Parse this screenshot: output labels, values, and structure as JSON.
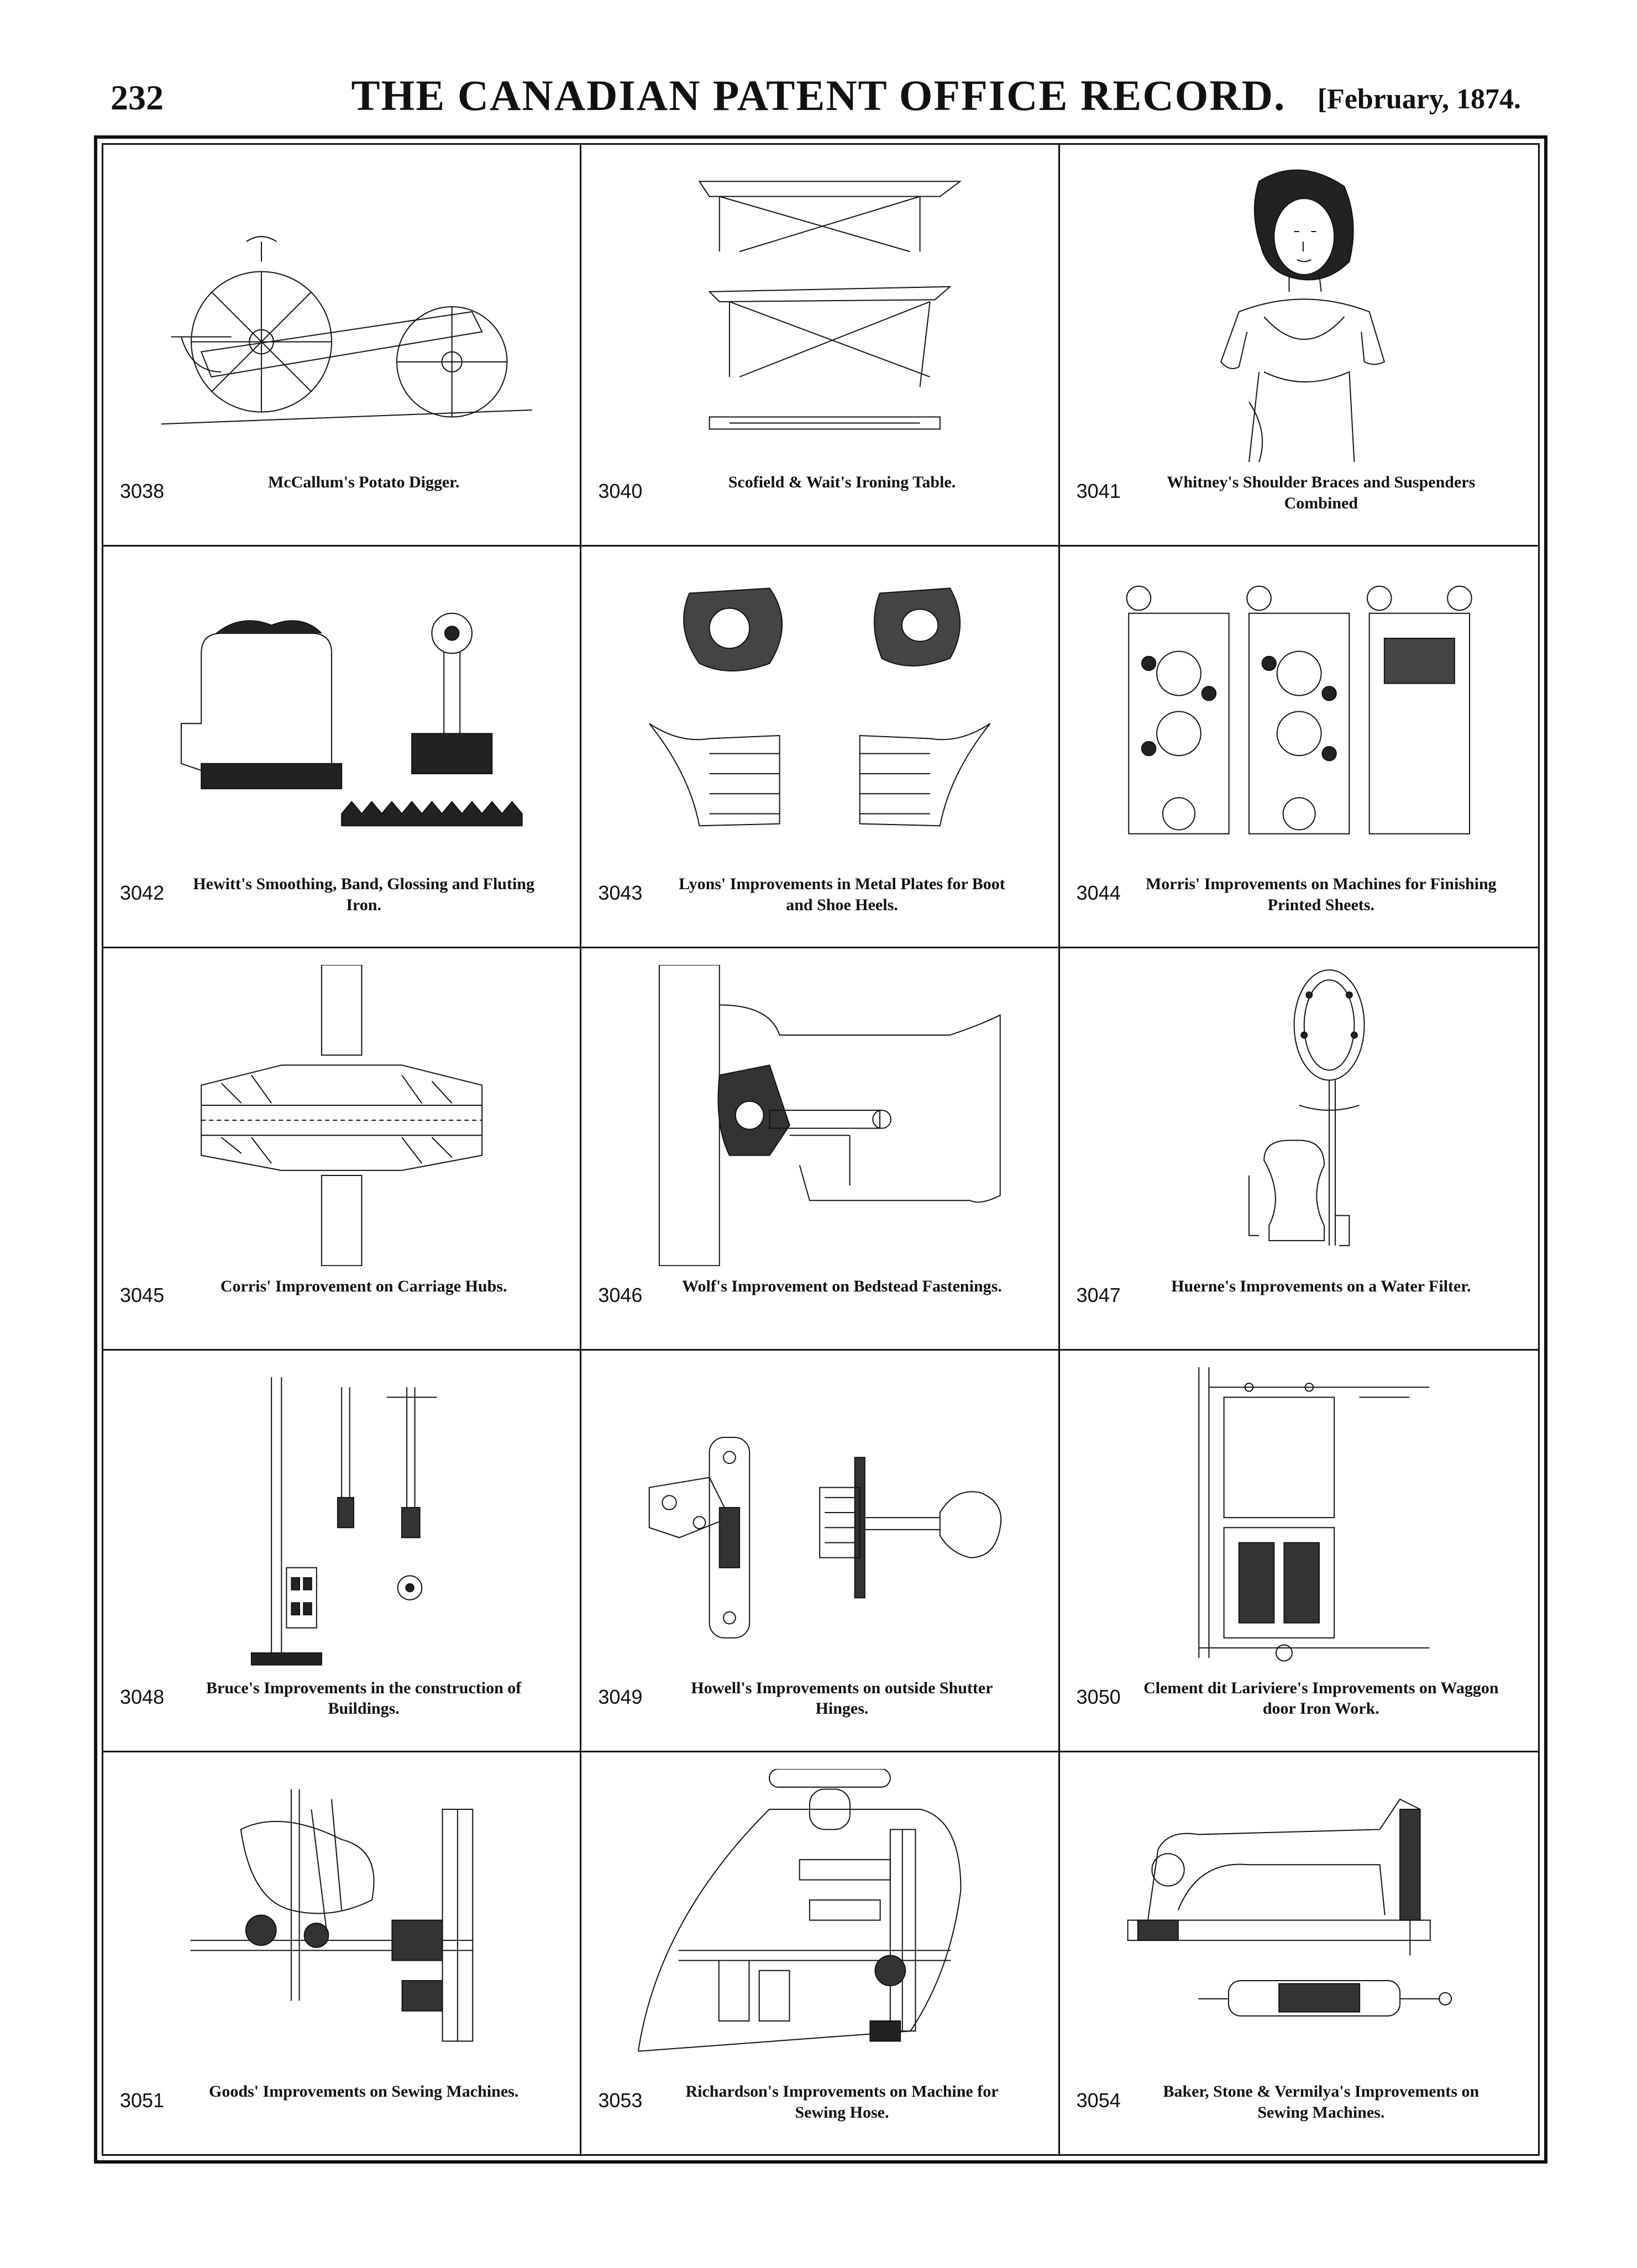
{
  "header": {
    "page_number": "232",
    "journal_title": "THE CANADIAN PATENT OFFICE RECORD.",
    "issue_date": "[February, 1874."
  },
  "patents": [
    {
      "number": "3038",
      "title": "McCallum's Potato Digger.",
      "icon": "potato-digger-icon"
    },
    {
      "number": "3040",
      "title": "Scofield & Wait's Ironing Table.",
      "icon": "ironing-table-icon"
    },
    {
      "number": "3041",
      "title": "Whitney's Shoulder Braces and Suspenders Combined",
      "icon": "woman-portrait-icon"
    },
    {
      "number": "3042",
      "title": "Hewitt's Smoothing, Band, Glossing and Fluting Iron.",
      "icon": "fluting-iron-icon"
    },
    {
      "number": "3043",
      "title": "Lyons' Improvements in Metal Plates for Boot and Shoe Heels.",
      "icon": "heel-plate-icon"
    },
    {
      "number": "3044",
      "title": "Morris' Improvements on Machines for Finishing Printed Sheets.",
      "icon": "finishing-machine-icon"
    },
    {
      "number": "3045",
      "title": "Corris' Improvement on Carriage Hubs.",
      "icon": "carriage-hub-icon"
    },
    {
      "number": "3046",
      "title": "Wolf's Improvement on Bedstead Fastenings.",
      "icon": "bedstead-fastening-icon"
    },
    {
      "number": "3047",
      "title": "Huerne's Improvements on a Water Filter.",
      "icon": "water-filter-icon"
    },
    {
      "number": "3048",
      "title": "Bruce's Improvements in the construction of Buildings.",
      "icon": "building-construction-icon"
    },
    {
      "number": "3049",
      "title": "Howell's Improvements on outside Shutter Hinges.",
      "icon": "shutter-hinge-icon"
    },
    {
      "number": "3050",
      "title": "Clement dit Lariviere's Improvements on Waggon door Iron Work.",
      "icon": "waggon-door-icon"
    },
    {
      "number": "3051",
      "title": "Goods' Improvements on Sewing Machines.",
      "icon": "sewing-machine-mechanism-icon"
    },
    {
      "number": "3053",
      "title": "Richardson's Improvements on Machine for Sewing Hose.",
      "icon": "hose-sewing-machine-icon"
    },
    {
      "number": "3054",
      "title": "Baker, Stone & Vermilya's Improvements on Sewing Machines.",
      "icon": "sewing-machine-icon"
    }
  ]
}
